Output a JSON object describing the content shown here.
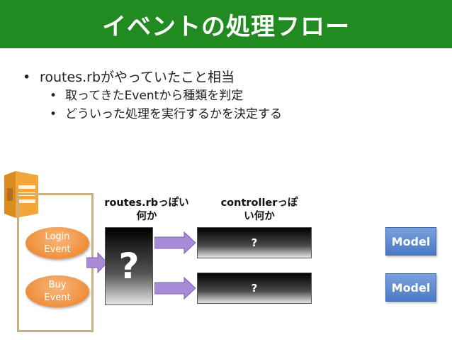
{
  "title": "イベントの処理フロー",
  "bullets": [
    {
      "text": "routes.rbがやっていたこと相当",
      "children": [
        "取ってきたEventから種類を判定",
        "どういった処理を実行するかを決定する"
      ]
    }
  ],
  "labels": {
    "routes": [
      "routes.rbっぽい",
      "何か"
    ],
    "controller": [
      "controllerっぽ",
      "い何か"
    ]
  },
  "events": [
    {
      "line1": "Login",
      "line2": "Event"
    },
    {
      "line1": "Buy",
      "line2": "Event"
    }
  ],
  "router_box": {
    "text": "?"
  },
  "controllers": [
    {
      "text": "?"
    },
    {
      "text": "?"
    }
  ],
  "models": [
    {
      "text": "Model"
    },
    {
      "text": "Model"
    }
  ],
  "colors": {
    "title_bar": "#218b21",
    "event_fill": "#ef8f3c",
    "arrow_fill": "#a98ad6",
    "model_fill": "#5b86cf",
    "container_border": "#c9b07f"
  },
  "icons": {
    "queue": "message-queue-icon"
  }
}
